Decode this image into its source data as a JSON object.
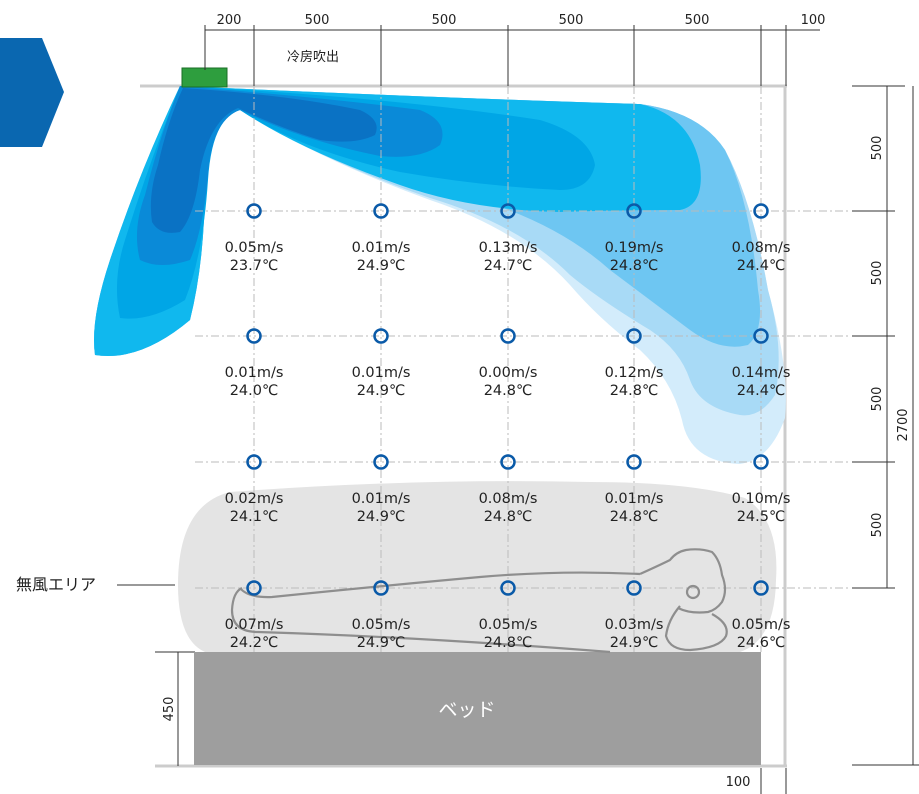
{
  "top_dimensions": [
    "200",
    "500",
    "500",
    "500",
    "500",
    "100"
  ],
  "outlet_label": "冷房吹出",
  "right_dimensions": [
    "500",
    "500",
    "500",
    "500"
  ],
  "total_height": "2700",
  "bed_height": "450",
  "bottom_dimension": "100",
  "bed_label": "ベッド",
  "no_wind_zone_label": "無風エリア",
  "grid_readings": [
    [
      {
        "speed": "0.05m/s",
        "temp": "23.7℃"
      },
      {
        "speed": "0.01m/s",
        "temp": "24.9℃"
      },
      {
        "speed": "0.13m/s",
        "temp": "24.7℃"
      },
      {
        "speed": "0.19m/s",
        "temp": "24.8℃"
      },
      {
        "speed": "0.08m/s",
        "temp": "24.4℃"
      }
    ],
    [
      {
        "speed": "0.01m/s",
        "temp": "24.0℃"
      },
      {
        "speed": "0.01m/s",
        "temp": "24.9℃"
      },
      {
        "speed": "0.00m/s",
        "temp": "24.8℃"
      },
      {
        "speed": "0.12m/s",
        "temp": "24.8℃"
      },
      {
        "speed": "0.14m/s",
        "temp": "24.4℃"
      }
    ],
    [
      {
        "speed": "0.02m/s",
        "temp": "24.1℃"
      },
      {
        "speed": "0.01m/s",
        "temp": "24.9℃"
      },
      {
        "speed": "0.08m/s",
        "temp": "24.8℃"
      },
      {
        "speed": "0.01m/s",
        "temp": "24.8℃"
      },
      {
        "speed": "0.10m/s",
        "temp": "24.5℃"
      }
    ],
    [
      {
        "speed": "0.07m/s",
        "temp": "24.2℃"
      },
      {
        "speed": "0.05m/s",
        "temp": "24.9℃"
      },
      {
        "speed": "0.05m/s",
        "temp": "24.8℃"
      },
      {
        "speed": "0.03m/s",
        "temp": "24.9℃"
      },
      {
        "speed": "0.05m/s",
        "temp": "24.6℃"
      }
    ]
  ],
  "colors": {
    "airflow_darkest": "#0a72c4",
    "airflow_dark": "#0a8ad8",
    "airflow_mid": "#00a6e6",
    "airflow_cyan": "#10b8ee",
    "airflow_light": "#6ec6f2",
    "airflow_pale": "#a8daf6",
    "airflow_faint": "#d3ecfb",
    "no_wind_zone": "#e4e4e4",
    "bed": "#9e9e9e",
    "outlet": "#2e9e3e",
    "marker": "#0a5aa8",
    "nav_arrow": "#0a67b0"
  },
  "icons": {
    "nav": "chevron-right-icon",
    "outlet": "ac-outlet-icon",
    "marker": "measurement-point-icon",
    "person": "sleeping-person-icon"
  }
}
